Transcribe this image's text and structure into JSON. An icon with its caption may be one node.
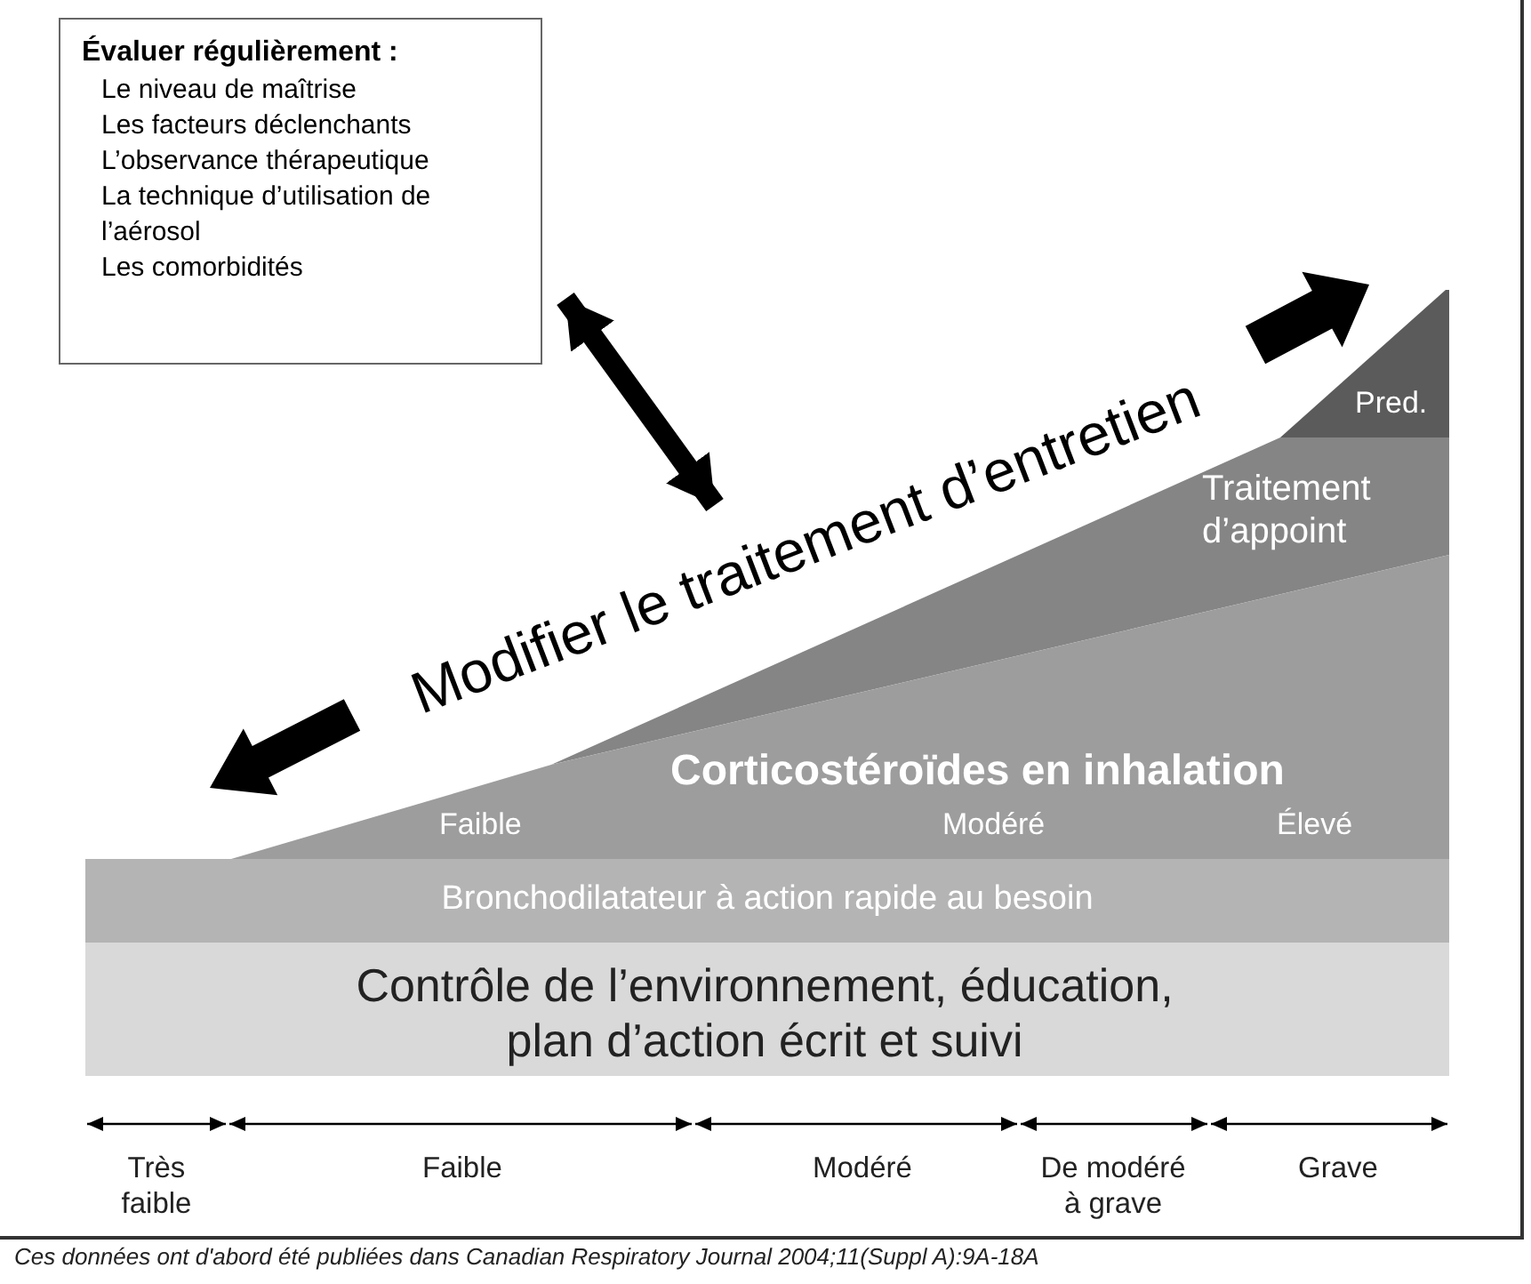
{
  "diagram": {
    "caption": "Ces données ont d'abord été publiées dans Canadian Respiratory Journal 2004;11(Suppl A):9A-18A",
    "nodes": [
      {
        "text": [
          "Évaluer régulièrement :",
          "Le niveau de maîtrise",
          "Les facteurs déclenchants",
          "L’observance thérapeutique",
          "La technique d’utilisation de l’aérosol",
          "Les comorbidités"
        ]
      },
      {
        "text": [
          "Pred."
        ]
      },
      {
        "text": [
          "Traitement d’appoint"
        ]
      },
      {
        "text": [
          "Corticostéroïdes en inhalation",
          "Faible",
          "Modéré",
          "Élevé"
        ]
      },
      {
        "text": [
          "Bronchodilatateur à action rapide au besoin"
        ]
      },
      {
        "text": [
          "Contrôle de l’environnement, éducation, plan d’action écrit et suivi"
        ]
      },
      {
        "text": [
          "Modifier le traitement d’entretien"
        ]
      }
    ],
    "edges": [
      {
        "from": 0,
        "to": 6,
        "arrow": "both"
      }
    ],
    "labels": [
      "Très faible",
      "Faible",
      "Modéré",
      "De modéré à grave",
      "Grave"
    ]
  }
}
